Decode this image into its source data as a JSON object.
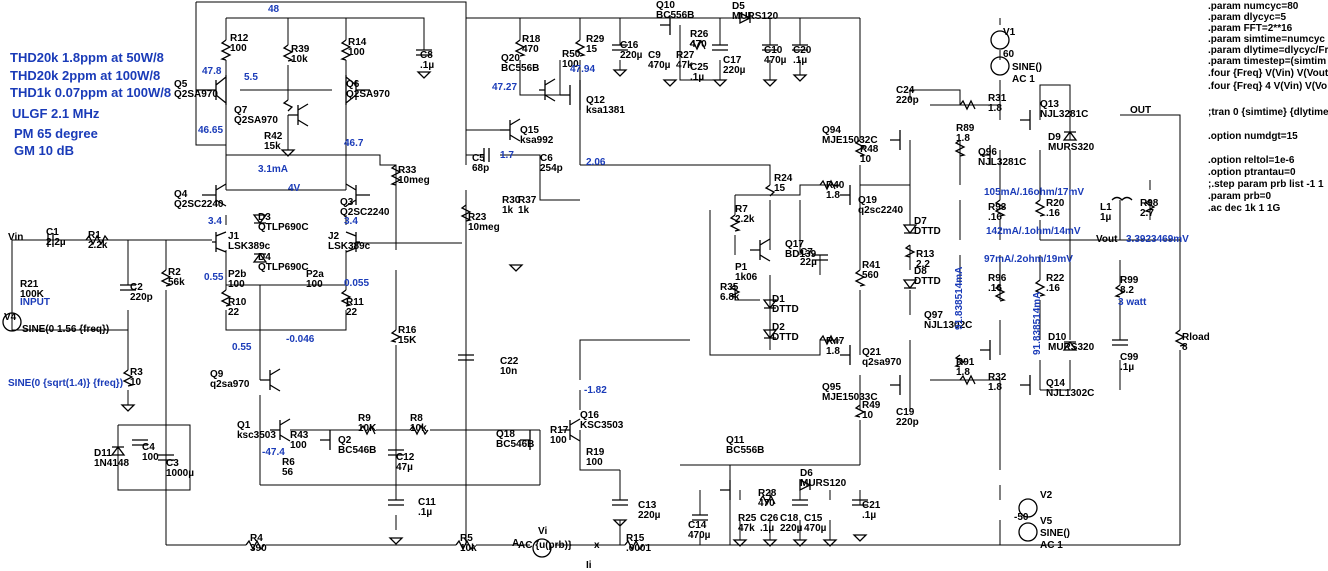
{
  "notes": [
    "THD20k 1.8ppm at 50W/8",
    "THD20k 2ppm at 100W/8",
    "THD1k 0.07ppm at 100W/8",
    "ULGF 2.1 MHz",
    "PM 65 degree",
    "GM 10 dB"
  ],
  "spice": [
    ".param numcyc=80",
    ".param dlycyc=5",
    ".param FFT=2**16",
    ".param simtime=numcyc",
    ".param dlytime=dlycyc/Fr",
    ".param timestep=(simtim",
    ".four {Freq} V(Vin) V(Vout",
    ".four {Freq} 4 V(Vin) V(Vo",
    "",
    ";tran 0 {simtime} {dlytime",
    "",
    ".option numdgt=15",
    "",
    ".option reltol=1e-6",
    ".option ptrantau=0",
    ";.step param prb list -1 1",
    ".param prb=0",
    ".ac dec 1k 1 1G"
  ],
  "nodes": {
    "vin": "Vin",
    "out": "OUT",
    "vout": "Vout",
    "vout_val": "3.3923469mV",
    "input": "INPUT",
    "x": "x",
    "a": "A",
    "ii": "Ii"
  },
  "sources": {
    "v4_name": "V4",
    "v4_val": "SINE(0 1.56 {freq})",
    "v6_expr": "SINE(0 {sqrt(1.4)} {freq})",
    "v1_name": "V1",
    "v1_val": "60",
    "v1_sine": "SINE()",
    "v1_ac": "AC 1",
    "v2_name": "V2",
    "v2_val": "-50",
    "v5_name": "V5",
    "v5_sine": "SINE()",
    "v5_ac": "AC 1",
    "vi_name": "Vi",
    "vi_val": "AC {u(prb)}"
  },
  "parts": [
    {
      "n": "R12",
      "v": "100"
    },
    {
      "n": "R39",
      "v": "10k"
    },
    {
      "n": "R14",
      "v": "100"
    },
    {
      "n": "C8",
      "v": ".1µ"
    },
    {
      "n": "Q5",
      "v": "Q2SA970"
    },
    {
      "n": "Q6",
      "v": "Q2SA970"
    },
    {
      "n": "Q7",
      "v": "Q2SA970"
    },
    {
      "n": "R42",
      "v": "15k"
    },
    {
      "n": "Q4",
      "v": "Q2SC2240"
    },
    {
      "n": "Q3",
      "v": "Q2SC2240"
    },
    {
      "n": "J1",
      "v": "LSK389c"
    },
    {
      "n": "J2",
      "v": "LSK389c"
    },
    {
      "n": "D3",
      "v": "QTLP690C"
    },
    {
      "n": "D4",
      "v": "QTLP690C"
    },
    {
      "n": "C1",
      "v": "2.2µ"
    },
    {
      "n": "R1",
      "v": "2.2k"
    },
    {
      "n": "R21",
      "v": "100K"
    },
    {
      "n": "C2",
      "v": "220p"
    },
    {
      "n": "R2",
      "v": "56k"
    },
    {
      "n": "R3",
      "v": "10"
    },
    {
      "n": "P2b",
      "v": "100"
    },
    {
      "n": "P2a",
      "v": "100"
    },
    {
      "n": "R10",
      "v": "22"
    },
    {
      "n": "R11",
      "v": "22"
    },
    {
      "n": "R33",
      "v": "10meg"
    },
    {
      "n": "R16",
      "v": "15K"
    },
    {
      "n": "R23",
      "v": "10meg"
    },
    {
      "n": "C5",
      "v": "68p"
    },
    {
      "n": "R30",
      "v": "1k"
    },
    {
      "n": "R37",
      "v": "1k"
    },
    {
      "n": "C6",
      "v": "254p"
    },
    {
      "n": "Q15",
      "v": "ksa992"
    },
    {
      "n": "R18",
      "v": "470"
    },
    {
      "n": "Q20",
      "v": "BC556B"
    },
    {
      "n": "R50",
      "v": "100"
    },
    {
      "n": "R29",
      "v": "15"
    },
    {
      "n": "Q12",
      "v": "ksa1381"
    },
    {
      "n": "C16",
      "v": "220µ"
    },
    {
      "n": "C9",
      "v": "470µ"
    },
    {
      "n": "R27",
      "v": "47k"
    },
    {
      "n": "C25",
      "v": ".1µ"
    },
    {
      "n": "R26",
      "v": "470"
    },
    {
      "n": "C17",
      "v": "220µ"
    },
    {
      "n": "D5",
      "v": "MURS120"
    },
    {
      "n": "C10",
      "v": "470µ"
    },
    {
      "n": "C20",
      "v": ".1µ"
    },
    {
      "n": "Q10",
      "v": "BC556B"
    },
    {
      "n": "R24",
      "v": "15"
    },
    {
      "n": "R7",
      "v": "2.2k"
    },
    {
      "n": "Q17",
      "v": "BD139"
    },
    {
      "n": "C7",
      "v": "22µ"
    },
    {
      "n": "P1",
      "v": "1k06"
    },
    {
      "n": "R35",
      "v": "6.8k"
    },
    {
      "n": "D1",
      "v": "DTTD"
    },
    {
      "n": "D2",
      "v": "DTTD"
    },
    {
      "n": "C22",
      "v": "10n"
    },
    {
      "n": "Q9",
      "v": "q2sa970"
    },
    {
      "n": "Q1",
      "v": "ksc3503"
    },
    {
      "n": "R43",
      "v": "100"
    },
    {
      "n": "Q2",
      "v": "BC546B"
    },
    {
      "n": "R6",
      "v": "56"
    },
    {
      "n": "R9",
      "v": "10K"
    },
    {
      "n": "R8",
      "v": "10k"
    },
    {
      "n": "C12",
      "v": "47µ"
    },
    {
      "n": "C11",
      "v": ".1µ"
    },
    {
      "n": "Q18",
      "v": "BC546B"
    },
    {
      "n": "R17",
      "v": "100"
    },
    {
      "n": "R19",
      "v": "100"
    },
    {
      "n": "Q16",
      "v": "KSC3503"
    },
    {
      "n": "D11",
      "v": "1N4148"
    },
    {
      "n": "C4",
      "v": "100"
    },
    {
      "n": "C3",
      "v": "1000µ"
    },
    {
      "n": "R4",
      "v": "390"
    },
    {
      "n": "R5",
      "v": "10k"
    },
    {
      "n": "R15",
      "v": ".0001"
    },
    {
      "n": "C13",
      "v": "220µ"
    },
    {
      "n": "C14",
      "v": "470µ"
    },
    {
      "n": "Q11",
      "v": "BC556B"
    },
    {
      "n": "R28",
      "v": "470"
    },
    {
      "n": "R25",
      "v": "47k"
    },
    {
      "n": "C26",
      "v": ".1µ"
    },
    {
      "n": "C18",
      "v": "220µ"
    },
    {
      "n": "C15",
      "v": "470µ"
    },
    {
      "n": "D6",
      "v": "MURS120"
    },
    {
      "n": "C21",
      "v": ".1µ"
    },
    {
      "n": "R48",
      "v": "10"
    },
    {
      "n": "R40",
      "v": "1.8"
    },
    {
      "n": "Q19",
      "v": "q2sc2240"
    },
    {
      "n": "R41",
      "v": "560"
    },
    {
      "n": "R47",
      "v": "1.8"
    },
    {
      "n": "Q21",
      "v": "q2sa970"
    },
    {
      "n": "R49",
      "v": "10"
    },
    {
      "n": "Q94",
      "v": "MJE15032C"
    },
    {
      "n": "Q95",
      "v": "MJE15033C"
    },
    {
      "n": "C24",
      "v": "220p"
    },
    {
      "n": "C19",
      "v": "220p"
    },
    {
      "n": "D7",
      "v": "DTTD"
    },
    {
      "n": "D8",
      "v": "DTTD"
    },
    {
      "n": "R13",
      "v": "2.2"
    },
    {
      "n": "R89",
      "v": "1.8"
    },
    {
      "n": "Q96",
      "v": "NJL3281C"
    },
    {
      "n": "R93",
      "v": ".16"
    },
    {
      "n": "R96",
      "v": ".16"
    },
    {
      "n": "Q97",
      "v": "NJL1302C"
    },
    {
      "n": "R91",
      "v": "1.8"
    },
    {
      "n": "R31",
      "v": "1.8"
    },
    {
      "n": "R32",
      "v": "1.8"
    },
    {
      "n": "Q13",
      "v": "NJL3281C"
    },
    {
      "n": "Q14",
      "v": "NJL1302C"
    },
    {
      "n": "R20",
      "v": ".16"
    },
    {
      "n": "R22",
      "v": ".16"
    },
    {
      "n": "D9",
      "v": "MURS320"
    },
    {
      "n": "D10",
      "v": "MURS320"
    },
    {
      "n": "L1",
      "v": "1µ"
    },
    {
      "n": "R98",
      "v": "2.7"
    },
    {
      "n": "R99",
      "v": "8.2"
    },
    {
      "n": "C99",
      "v": ".1µ"
    },
    {
      "n": "Rload",
      "v": "8"
    }
  ],
  "annotations": [
    "48",
    "47.8",
    "5.5",
    "46.65",
    "46.7",
    "3.1mA",
    "4V",
    "3.4",
    "3.4",
    "0.55",
    "0.055",
    "0.55",
    "-0.046",
    "47.27",
    "47.94",
    "1.7",
    "2.06",
    "-1.82",
    "-47.4",
    "105mA/.16ohm/17mV",
    "142mA/.1ohm/14mV",
    "97mA/.2ohm/19mV",
    "91.838514mA",
    "91.838514mA",
    "3 watt"
  ]
}
